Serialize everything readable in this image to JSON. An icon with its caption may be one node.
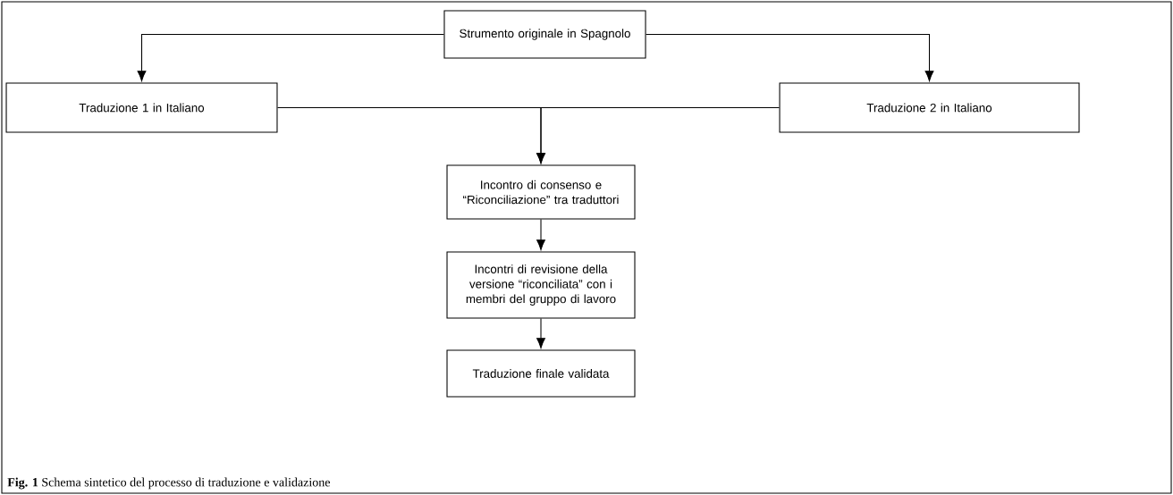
{
  "diagram": {
    "caption": "**Fig. 1** Schema sintetico del processo di traduzione e validazione",
    "nodes": [
      {
        "text": [
          "Strumento originale in Spagnolo"
        ]
      },
      {
        "text": [
          "Traduzione 1 in Italiano"
        ]
      },
      {
        "text": [
          "Traduzione 2 in Italiano"
        ]
      },
      {
        "text": [
          "Incontro di consenso e “Riconciliazione” tra traduttori"
        ]
      },
      {
        "text": [
          "Incontri di revisione della versione “riconciliata” con i membri del gruppo di lavoro"
        ]
      },
      {
        "text": [
          "Traduzione finale validata"
        ]
      }
    ],
    "edges": [
      {
        "from": 0,
        "to": 1,
        "arrow": "to"
      },
      {
        "from": 0,
        "to": 2,
        "arrow": "to"
      },
      {
        "from": 1,
        "to": 3,
        "arrow": "to"
      },
      {
        "from": 2,
        "to": 3,
        "arrow": "to"
      },
      {
        "from": 3,
        "to": 4,
        "arrow": "to"
      },
      {
        "from": 4,
        "to": 5,
        "arrow": "to"
      }
    ]
  }
}
